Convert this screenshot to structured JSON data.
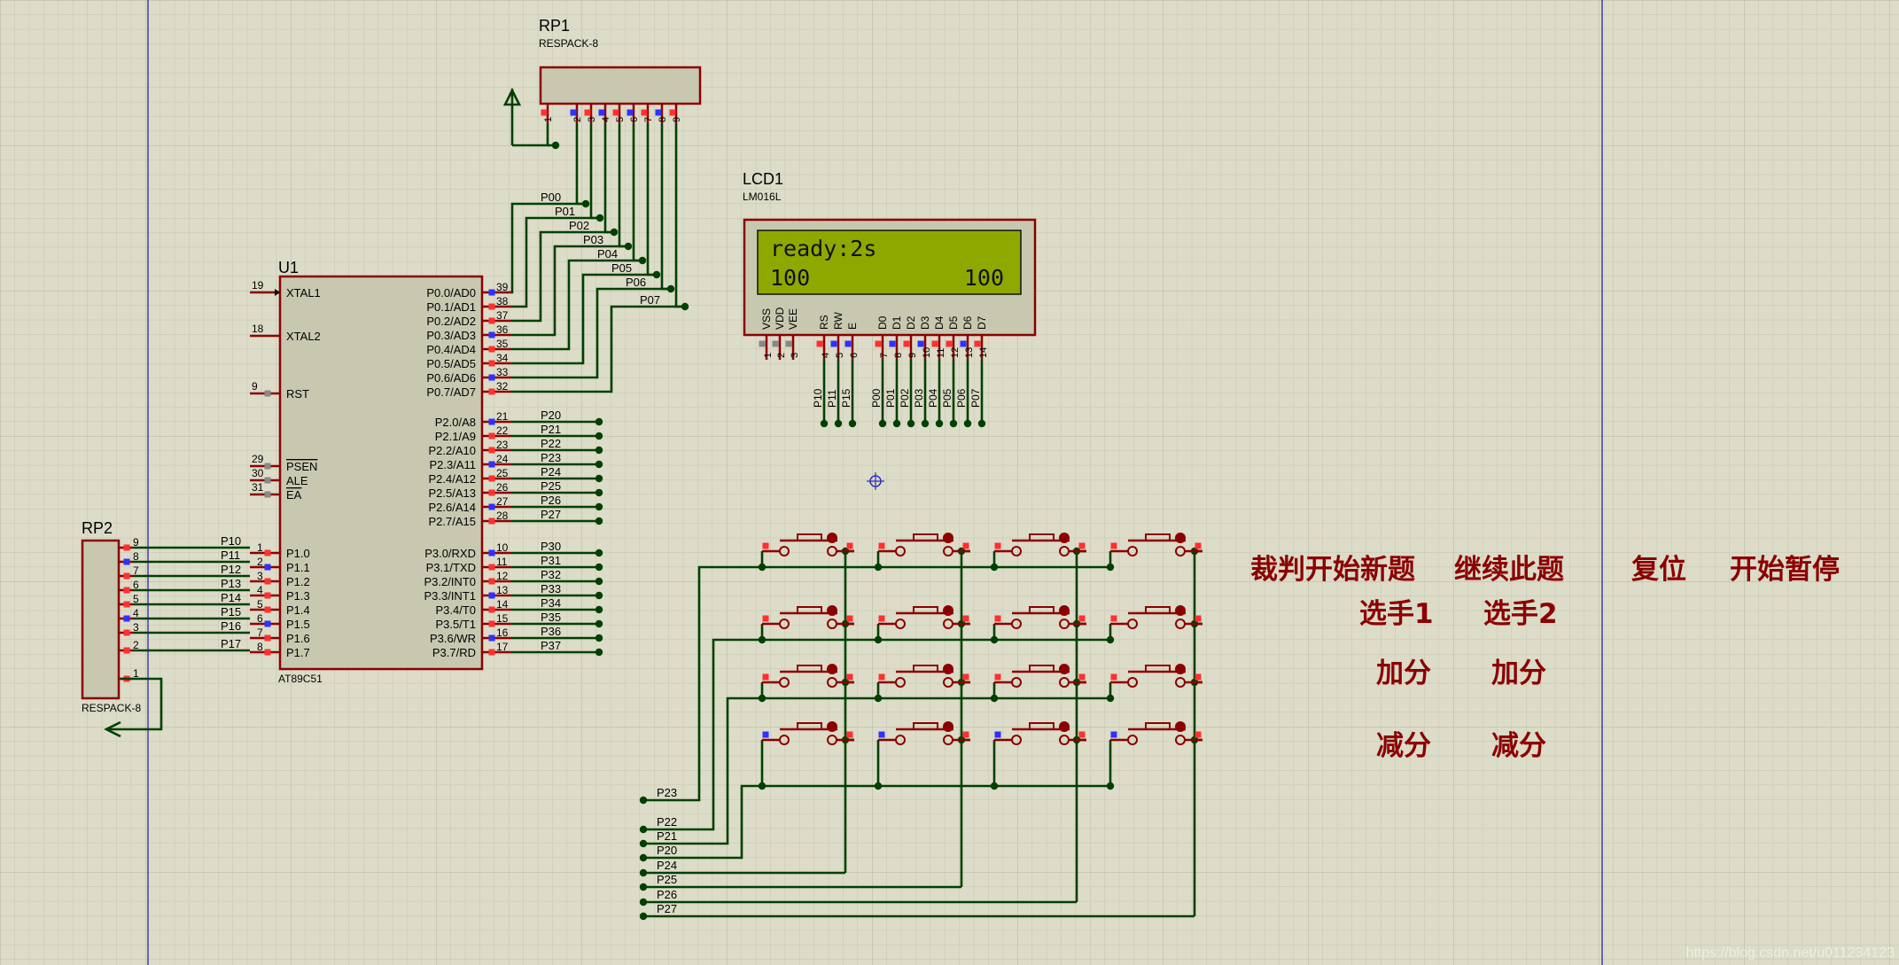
{
  "colors": {
    "background": "#dcdcc8",
    "grid": "#c4c4b0",
    "wire": "#004000",
    "body_stroke": "#8b0000",
    "body_fill": "#c8c8b0",
    "lcd_screen": "#8fa800",
    "pin_red": "#ff3030",
    "pin_blue": "#3030ff",
    "annotation": "#8b0000"
  },
  "u1": {
    "ref": "U1",
    "part": "AT89C51",
    "left_pins": [
      {
        "num": "19",
        "name": "XTAL1"
      },
      {
        "num": "18",
        "name": "XTAL2"
      },
      {
        "num": "9",
        "name": "RST"
      },
      {
        "num": "29",
        "name": "PSEN"
      },
      {
        "num": "30",
        "name": "ALE"
      },
      {
        "num": "31",
        "name": "EA"
      }
    ],
    "p1_pins": [
      {
        "num": "1",
        "name": "P1.0",
        "net": "P10"
      },
      {
        "num": "2",
        "name": "P1.1",
        "net": "P11"
      },
      {
        "num": "3",
        "name": "P1.2",
        "net": "P12"
      },
      {
        "num": "4",
        "name": "P1.3",
        "net": "P13"
      },
      {
        "num": "5",
        "name": "P1.4",
        "net": "P14"
      },
      {
        "num": "6",
        "name": "P1.5",
        "net": "P15"
      },
      {
        "num": "7",
        "name": "P1.6",
        "net": "P16"
      },
      {
        "num": "8",
        "name": "P1.7",
        "net": "P17"
      }
    ],
    "p0_pins": [
      {
        "num": "39",
        "name": "P0.0/AD0",
        "net": "P00"
      },
      {
        "num": "38",
        "name": "P0.1/AD1",
        "net": "P01"
      },
      {
        "num": "37",
        "name": "P0.2/AD2",
        "net": "P02"
      },
      {
        "num": "36",
        "name": "P0.3/AD3",
        "net": "P03"
      },
      {
        "num": "35",
        "name": "P0.4/AD4",
        "net": "P04"
      },
      {
        "num": "34",
        "name": "P0.5/AD5",
        "net": "P05"
      },
      {
        "num": "33",
        "name": "P0.6/AD6",
        "net": "P06"
      },
      {
        "num": "32",
        "name": "P0.7/AD7",
        "net": "P07"
      }
    ],
    "p2_pins": [
      {
        "num": "21",
        "name": "P2.0/A8",
        "net": "P20"
      },
      {
        "num": "22",
        "name": "P2.1/A9",
        "net": "P21"
      },
      {
        "num": "23",
        "name": "P2.2/A10",
        "net": "P22"
      },
      {
        "num": "24",
        "name": "P2.3/A11",
        "net": "P23"
      },
      {
        "num": "25",
        "name": "P2.4/A12",
        "net": "P24"
      },
      {
        "num": "26",
        "name": "P2.5/A13",
        "net": "P25"
      },
      {
        "num": "27",
        "name": "P2.6/A14",
        "net": "P26"
      },
      {
        "num": "28",
        "name": "P2.7/A15",
        "net": "P27"
      }
    ],
    "p3_pins": [
      {
        "num": "10",
        "name": "P3.0/RXD",
        "net": "P30"
      },
      {
        "num": "11",
        "name": "P3.1/TXD",
        "net": "P31"
      },
      {
        "num": "12",
        "name": "P3.2/INT0",
        "net": "P32"
      },
      {
        "num": "13",
        "name": "P3.3/INT1",
        "net": "P33"
      },
      {
        "num": "14",
        "name": "P3.4/T0",
        "net": "P34"
      },
      {
        "num": "15",
        "name": "P3.5/T1",
        "net": "P35"
      },
      {
        "num": "16",
        "name": "P3.6/WR",
        "net": "P36"
      },
      {
        "num": "17",
        "name": "P3.7/RD",
        "net": "P37"
      }
    ]
  },
  "rp1": {
    "ref": "RP1",
    "part": "RESPACK-8",
    "pins": [
      "1",
      "2",
      "3",
      "4",
      "5",
      "6",
      "7",
      "8",
      "9"
    ]
  },
  "rp2": {
    "ref": "RP2",
    "part": "RESPACK-8",
    "pins": [
      "9",
      "8",
      "7",
      "6",
      "5",
      "4",
      "3",
      "2",
      "1"
    ]
  },
  "lcd": {
    "ref": "LCD1",
    "part": "LM016L",
    "line1": "ready:2s",
    "line2_left": "100",
    "line2_right": "100",
    "pins": [
      {
        "name": "VSS",
        "num": "1",
        "net": ""
      },
      {
        "name": "VDD",
        "num": "2",
        "net": ""
      },
      {
        "name": "VEE",
        "num": "3",
        "net": ""
      },
      {
        "name": "RS",
        "num": "4",
        "net": "P10"
      },
      {
        "name": "RW",
        "num": "5",
        "net": "P11"
      },
      {
        "name": "E",
        "num": "6",
        "net": "P15"
      },
      {
        "name": "D0",
        "num": "7",
        "net": "P00"
      },
      {
        "name": "D1",
        "num": "8",
        "net": "P01"
      },
      {
        "name": "D2",
        "num": "9",
        "net": "P02"
      },
      {
        "name": "D3",
        "num": "10",
        "net": "P03"
      },
      {
        "name": "D4",
        "num": "11",
        "net": "P04"
      },
      {
        "name": "D5",
        "num": "12",
        "net": "P05"
      },
      {
        "name": "D6",
        "num": "13",
        "net": "P06"
      },
      {
        "name": "D7",
        "num": "14",
        "net": "P07"
      }
    ]
  },
  "keypad_nets": [
    "P23",
    "P22",
    "P21",
    "P20",
    "P24",
    "P25",
    "P26",
    "P27"
  ],
  "annotations": {
    "row1": [
      "裁判开始新题",
      "继续此题",
      "复位",
      "开始暂停"
    ],
    "row2": [
      "选手1",
      "选手2"
    ],
    "row3": [
      "加分",
      "加分"
    ],
    "row4": [
      "减分",
      "减分"
    ]
  },
  "watermark": "https://blog.csdn.net/u011234123"
}
